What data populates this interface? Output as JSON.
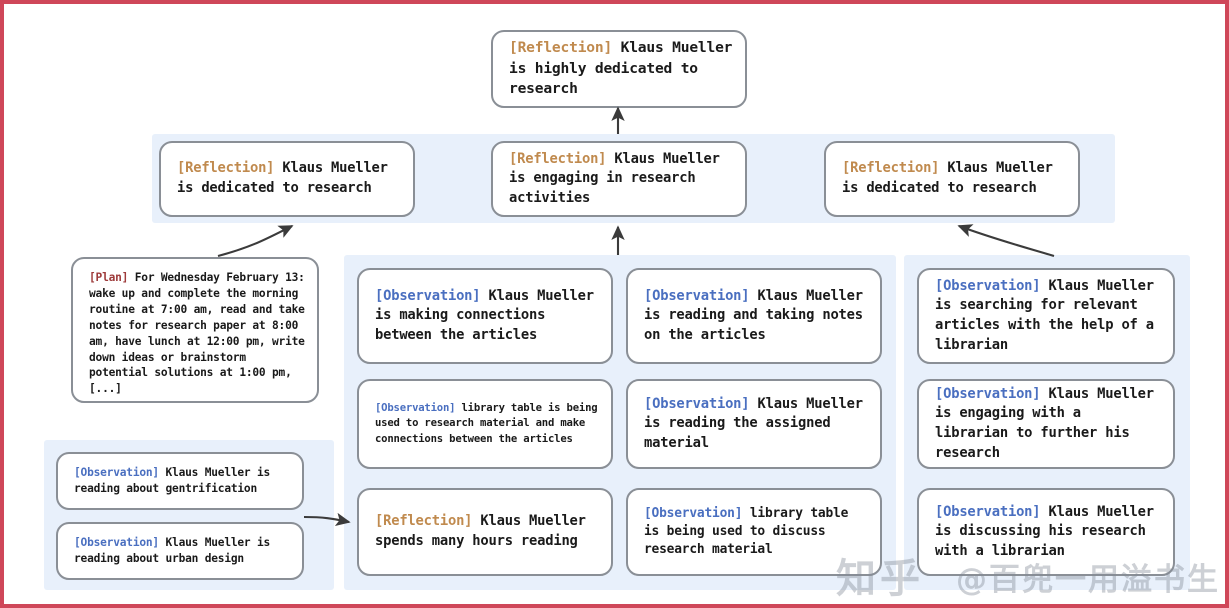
{
  "figure": {
    "type": "reflection-tree-diagram",
    "border_color": "#cf4759",
    "panel_color": "#e8f0fb",
    "node_border_color": "#8a8f96",
    "tag_colors": {
      "Reflection": "#c08a4e",
      "Observation": "#4a6fc0",
      "Plan": "#9e3b3b"
    }
  },
  "root": {
    "tag": "[Reflection]",
    "text": " Klaus Mueller is highly dedicated to research"
  },
  "reflections": [
    {
      "tag": "[Reflection]",
      "text": " Klaus Mueller is dedicated to research"
    },
    {
      "tag": "[Reflection]",
      "text": " Klaus Mueller is engaging in research activities"
    },
    {
      "tag": "[Reflection]",
      "text": " Klaus Mueller is dedicated to research"
    }
  ],
  "column_left": {
    "plan": {
      "tag": "[Plan]",
      "text": " For Wednesday February 13: wake up and complete the morning routine at 7:00 am, read and take notes for research paper at 8:00 am, have lunch at 12:00 pm, write down ideas or brainstorm potential solutions at 1:00 pm, [...]"
    },
    "observations": [
      {
        "tag": "[Observation]",
        "text": " Klaus Mueller is reading about gentrification"
      },
      {
        "tag": "[Observation]",
        "text": " Klaus Mueller is reading about urban design"
      }
    ]
  },
  "column_two": [
    {
      "tag": "[Observation]",
      "text": " Klaus Mueller is making connections between the articles"
    },
    {
      "tag": "[Observation]",
      "text": " library table is being used to research material and make connections between the articles"
    },
    {
      "tag": "[Reflection]",
      "text": " Klaus Mueller spends many hours reading"
    }
  ],
  "column_three": [
    {
      "tag": "[Observation]",
      "text": " Klaus Mueller is reading and taking notes on the articles"
    },
    {
      "tag": "[Observation]",
      "text": " Klaus Mueller is reading the assigned material"
    },
    {
      "tag": "[Observation]",
      "text": " library table is being used to discuss research material"
    }
  ],
  "column_four": [
    {
      "tag": "[Observation]",
      "text": " Klaus Mueller is searching for relevant articles with the help of a librarian"
    },
    {
      "tag": "[Observation]",
      "text": " Klaus Mueller is engaging with a librarian to further his research"
    },
    {
      "tag": "[Observation]",
      "text": " Klaus Mueller is discussing his research with a librarian"
    }
  ],
  "watermark": {
    "site": "知乎",
    "handle": "@百兜一用溢书生"
  }
}
